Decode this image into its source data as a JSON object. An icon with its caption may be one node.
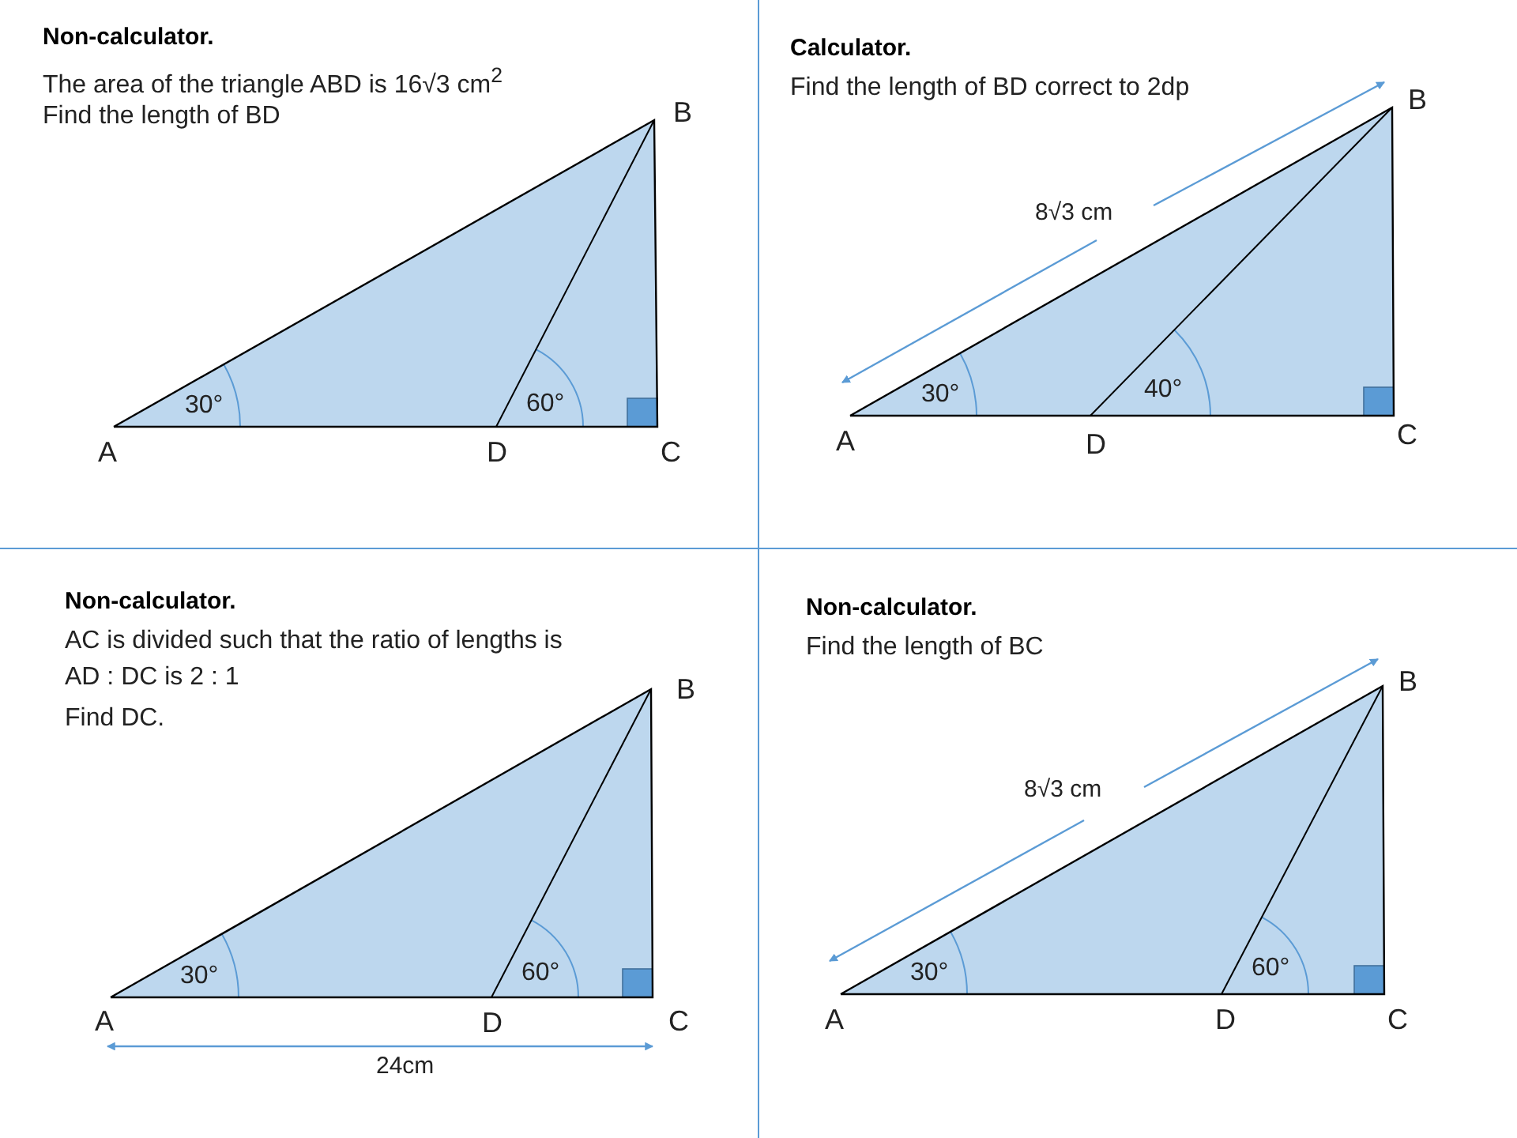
{
  "diagram": {
    "labels": [
      "Non-calculator.",
      "The area of the triangle ABD is 16√3 cm$^{2}$",
      "Find the length of BD",
      "B",
      "30°",
      "60°",
      "A",
      "D",
      "C",
      "Calculator.",
      "Find the length of BD correct to 2dp",
      "B",
      "8√3 cm",
      "30°",
      "40°",
      "A",
      "D",
      "C",
      "Non-calculator.",
      "AC is divided such that the ratio of lengths is AD : DC is 2 : 1",
      "Find DC.",
      "B",
      "30°",
      "60°",
      "A",
      "D",
      "C",
      "24cm",
      "Non-calculator.",
      "Find the length of BC",
      "B",
      "8√3 cm",
      "30°",
      "60°",
      "A",
      "D",
      "C"
    ]
  }
}
